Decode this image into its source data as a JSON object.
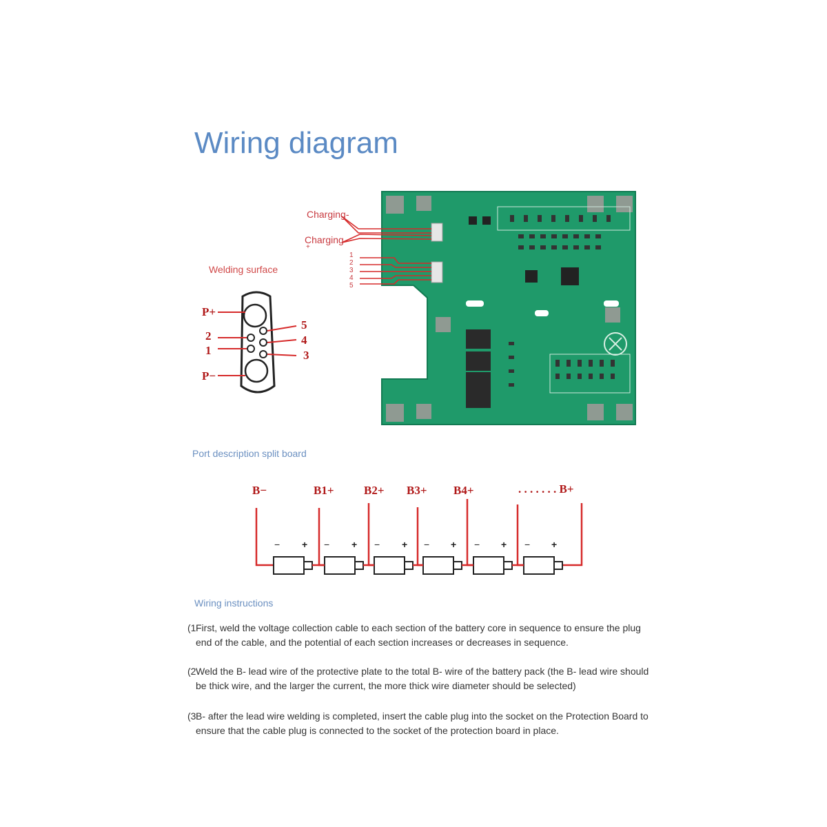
{
  "title": "Wiring diagram",
  "connector": {
    "welding_surface": "Welding surface",
    "pins": {
      "p_plus": "P+",
      "p_minus": "P−",
      "two": "2",
      "one": "1",
      "five": "5",
      "four": "4",
      "three": "3"
    }
  },
  "harness": {
    "charging_minus": "Charging-",
    "charging_plus": "Charging",
    "charging_plus_sign": "+",
    "sense_numbers": [
      "1",
      "2",
      "3",
      "4",
      "5"
    ]
  },
  "port_description": "Port description split board",
  "battery_chain": {
    "terminals": [
      "B−",
      "B1+",
      "B2+",
      "B3+",
      "B4+",
      ". . . . . . . B+"
    ],
    "minus": "−",
    "plus": "+"
  },
  "wiring_instructions_label": "Wiring instructions",
  "instructions": [
    {
      "mark": "(1",
      "text": "First, weld the voltage collection cable to each section of the battery core in sequence to ensure the plug end of the cable, and the potential of each section increases or decreases in sequence."
    },
    {
      "mark": "(2",
      "text": "Weld the B- lead wire of the protective plate to the total B- wire of the battery pack (the B- lead wire should be thick wire, and the larger the current, the more thick wire diameter should be selected)"
    },
    {
      "mark": "(3",
      "text": "B- after the lead wire welding is completed, insert the cable plug into the socket on the Protection Board to ensure that the cable plug is connected to the socket of the protection board in place."
    }
  ],
  "colors": {
    "title": "#5b8ac4",
    "wire": "#d62a2a",
    "pcb": "#1f9a6a",
    "pad": "#8f9a92"
  }
}
